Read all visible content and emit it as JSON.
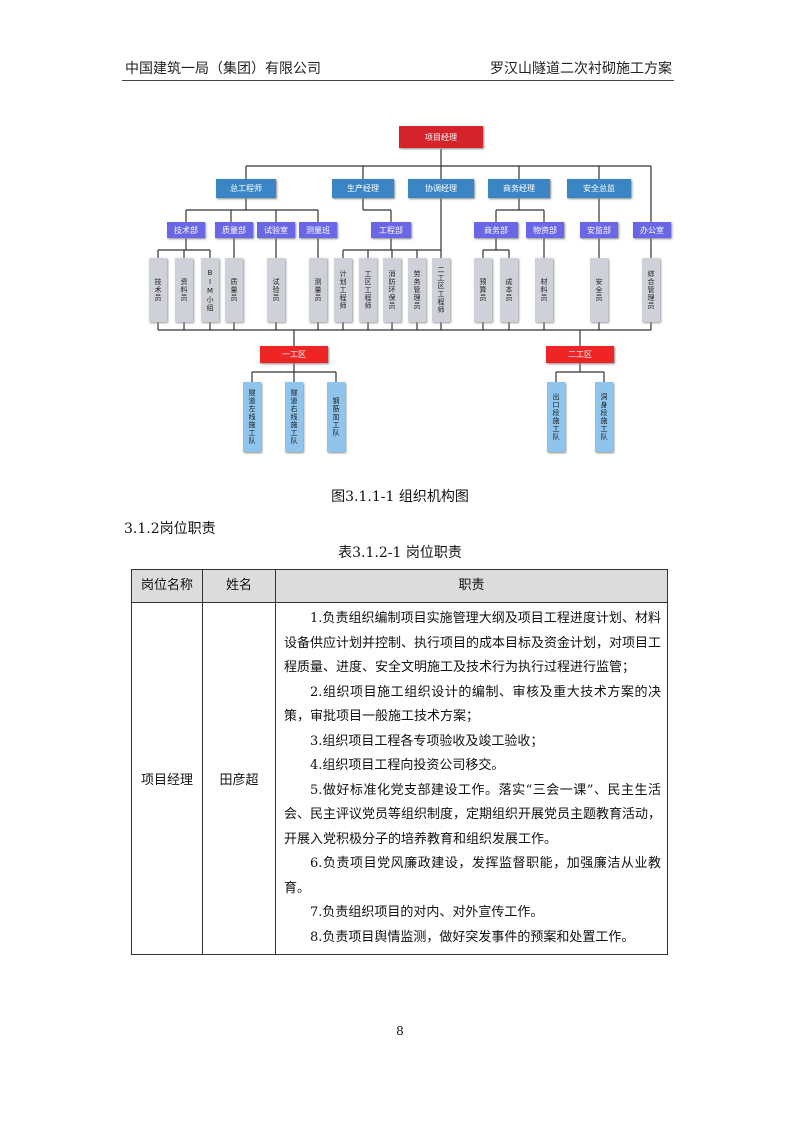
{
  "header": {
    "company": "中国建筑一局（集团）有限公司",
    "doc_title": "罗汉山隧道二次衬砌施工方案"
  },
  "org_chart": {
    "top": "项目经理",
    "level2": [
      "总工程师",
      "生产经理",
      "协调经理",
      "商务经理",
      "安全总监"
    ],
    "level3": [
      "技术部",
      "质量部",
      "试验室",
      "测量班",
      "工程部",
      "商务部",
      "物资部",
      "安监部",
      "办公室"
    ],
    "staff": [
      "技术员",
      "资料员",
      "BIM小组",
      "质量员",
      "试验员",
      "测量员",
      "计划工程师",
      "工区工程师",
      "消防环保员",
      "劳务管理员",
      "二工区工程师",
      "预算员",
      "成本员",
      "材料员",
      "安全员",
      "综合管理员"
    ],
    "work_areas": [
      "一工区",
      "二工区"
    ],
    "teams_area1": [
      "隧道左线施工队",
      "隧道右线施工队",
      "钢筋加工队"
    ],
    "teams_area2": [
      "出口段施工队",
      "洞身段施工队"
    ]
  },
  "caption": "图3.1.1-1  组织机构图",
  "section_heading": "3.1.2岗位职责",
  "table_title": "表3.1.2-1  岗位职责",
  "table": {
    "headers": [
      "岗位名称",
      "姓名",
      "职责"
    ],
    "rows": [
      {
        "position": "项目经理",
        "name": "田彦超",
        "duties": [
          "1.负责组织编制项目实施管理大纲及项目工程进度计划、材料设备供应计划并控制、执行项目的成本目标及资金计划，对项目工程质量、进度、安全文明施工及技术行为执行过程进行监管；",
          "2.组织项目施工组织设计的编制、审核及重大技术方案的决策，审批项目一般施工技术方案；",
          "3.组织项目工程各专项验收及竣工验收；",
          "4.组织项目工程向投资公司移交。",
          "5.做好标准化党支部建设工作。落实“三会一课”、民主生活会、民主评议党员等组织制度，定期组织开展党员主题教育活动，开展入党积极分子的培养教育和组织发展工作。",
          "6.负责项目党风廉政建设，发挥监督职能，加强廉洁从业教育。",
          "7.负责组织项目的对内、对外宣传工作。",
          "8.负责项目舆情监测，做好突发事件的预案和处置工作。"
        ]
      }
    ]
  },
  "page_number": "8"
}
